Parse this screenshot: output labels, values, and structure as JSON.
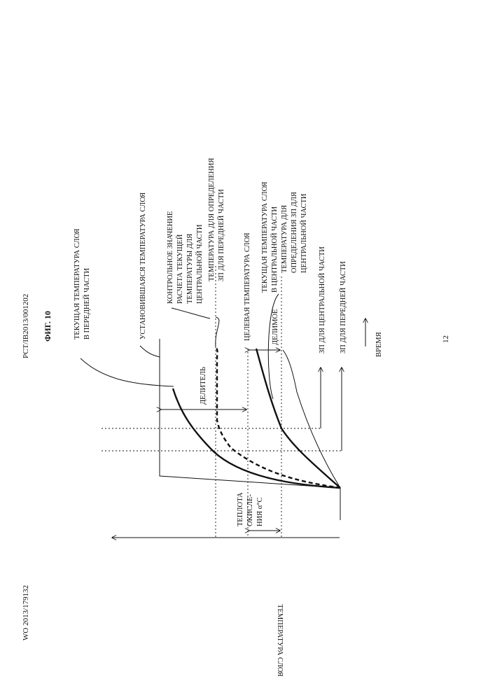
{
  "header": {
    "publication_number": "WO 2013/179132",
    "application_number": "PCT/IB2013/001202",
    "figure_title": "ФИГ. 10",
    "page_number": "12"
  },
  "figure": {
    "axis_y_label": "ТЕМПЕРАТУРА СЛОЯ",
    "axis_x_label": "ВРЕМЯ",
    "labels": {
      "front_temp_l1": "ТЕКУЩАЯ ТЕМПЕРАТУРА СЛОЯ",
      "front_temp_l2": "В ПЕРЕДНЕЙ ЧАСТИ",
      "steady_temp": "УСТАНОВИВШАЯСЯ ТЕМПЕРАТУРА СЛОЯ",
      "control_l1": "КОНТРОЛЬНОЕ ЗНАЧЕНИЕ",
      "control_l2": "РАСЧЕТА ТЕКУЩЕЙ",
      "control_l3": "ТЕМПЕРАТУРЫ ДЛЯ",
      "control_l4": "ЦЕНТРАЛЬНОЙ ЧАСТИ",
      "det_front_l1": "ТЕМПЕРАТУРА ДЛЯ ОПРЕДЕЛЕНИЯ",
      "det_front_l2": "ЗП ДЛЯ ПЕРЕДНЕЙ ЧАСТИ",
      "target_temp": "ЦЕЛЕВАЯ ТЕМПЕРАТУРА СЛОЯ",
      "center_temp_l1": "ТЕКУЩАЯ ТЕМПЕРАТУРА СЛОЯ",
      "center_temp_l2": "В ЦЕНТРАЛЬНОЙ ЧАСТИ",
      "det_center_l1": "ТЕМПЕРАТУРА ДЛЯ",
      "det_center_l2": "ОПРЕДЕЛЕНИЯ ЗП ДЛЯ",
      "det_center_l3": "ЦЕНТРАЛЬНОЙ ЧАСТИ",
      "divider": "ДЕЛИТЕЛЬ",
      "dividend": "ДЕЛИМОЕ",
      "heat_l1": "ТЕПЛОТА",
      "heat_l2": "ОКИСЛЕ-",
      "heat_l3": "НИЯ α°С",
      "zp_center": "ЗП ДЛЯ ЦЕНТРАЛЬНОЙ ЧАСТИ",
      "zp_front": "ЗП ДЛЯ ПЕРЕДНЕЙ ЧАСТИ"
    }
  }
}
